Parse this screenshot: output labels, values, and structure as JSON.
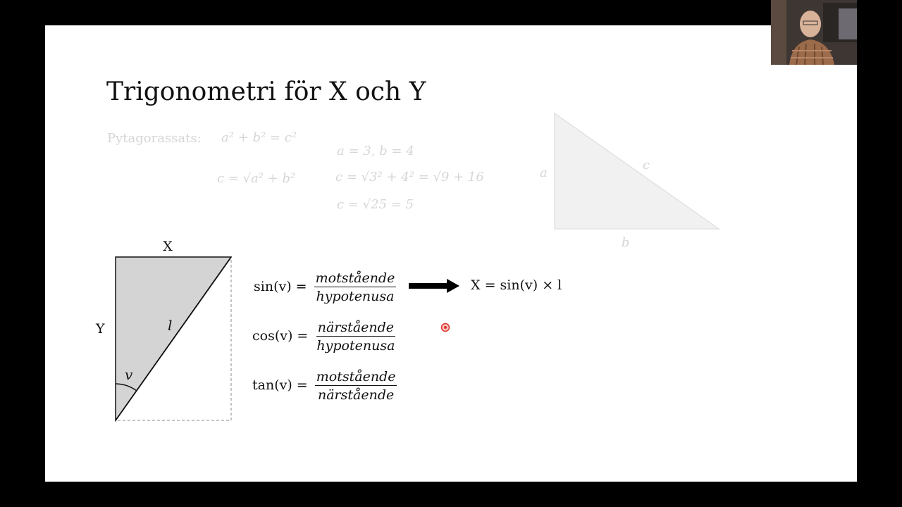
{
  "slide": {
    "title": "Trigonometri för X och Y",
    "pythagoras": {
      "label": "Pytagorassats:",
      "formula": "a² + b² = c²",
      "values": "a = 3,     b = 4",
      "c_formula": "c = √a² + b²",
      "c_substituted": "c = √3² + 4² = √9 + 16",
      "c_result": "c = √25 = 5",
      "side_a": "a",
      "side_b": "b",
      "side_c": "c"
    },
    "triangle": {
      "label_x": "X",
      "label_y": "Y",
      "label_l": "l",
      "label_v": "v"
    },
    "formulas": {
      "sin_lhs": "sin(v) =",
      "sin_num": "motstående",
      "sin_den": "hypotenusa",
      "cos_lhs": "cos(v) =",
      "cos_num": "närstående",
      "cos_den": "hypotenusa",
      "tan_lhs": "tan(v) =",
      "tan_num": "motstående",
      "tan_den": "närstående",
      "result": "X = sin(v) × l"
    }
  },
  "colors": {
    "background": "#000000",
    "slide": "#ffffff",
    "faded_text": "#d6d6d6",
    "triangle_fill": "#d4d4d4",
    "pointer": "#e0302a"
  },
  "icons": [
    "arrow-right-icon",
    "laser-pointer-icon",
    "webcam-thumbnail"
  ]
}
